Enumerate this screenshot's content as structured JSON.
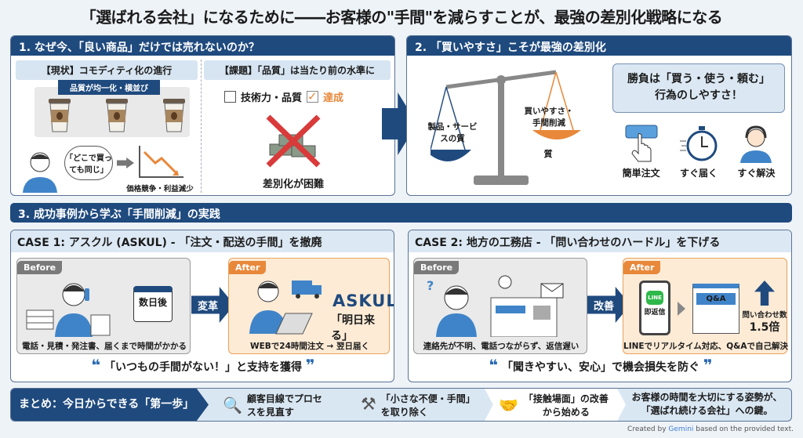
{
  "title": "「選ばれる会社」になるために――お客様の\"手間\"を減らすことが、最強の差別化戦略になる",
  "section1": {
    "header": "1. なぜ今、「良い商品」だけでは売れないのか？",
    "left": {
      "subtitle": "【現状】コモディティ化の進行",
      "ribbon": "品質が均一化・横並び",
      "bubble": "「どこで買っても同じ」",
      "chart_caption": "価格競争・利益減少"
    },
    "right": {
      "subtitle": "【課題】「品質」は当たり前の水準に",
      "checkbox_label": "技術力・品質",
      "checked_label": "達成",
      "caption": "差別化が困難"
    }
  },
  "section2": {
    "header": "2. 「買いやすさ」こそが最強の差別化",
    "left_pan": "製品・サービスの質",
    "right_pan": "買いやすさ・手間削減",
    "right_sub": "質",
    "callout_line1": "勝負は「買う・使う・頼む」",
    "callout_line2": "行為のしやすさ！",
    "icons": [
      {
        "icon": "tap-icon",
        "label": "簡単注文"
      },
      {
        "icon": "stopwatch-icon",
        "label": "すぐ届く"
      },
      {
        "icon": "support-agent-icon",
        "label": "すぐ解決"
      }
    ]
  },
  "section3": {
    "header": "3. 成功事例から学ぶ「手間削減」の実践",
    "case1": {
      "title": "CASE 1: アスクル (ASKUL) - 「注文・配送の手間」を撤廃",
      "before_tag": "Before",
      "calendar": "数日後",
      "before_caption": "電話・見積・発注書、届くまで時間がかかる",
      "arrow": "変革",
      "after_tag": "After",
      "brand": "ASKUL",
      "slogan": "「明日来る」",
      "after_caption": "WEBで24時間注文 → 翌日届く",
      "quote": "「いつもの手間がない！」と支持を獲得"
    },
    "case2": {
      "title": "CASE 2: 地方の工務店 - 「問い合わせのハードル」を下げる",
      "before_tag": "Before",
      "before_caption": "連絡先が不明、電話つながらず、返信遅い",
      "arrow": "改善",
      "after_tag": "After",
      "line_badge": "LINE",
      "phone_label": "即返信",
      "qa": "Q&A",
      "metric_label": "問い合わせ数",
      "metric_value": "1.5倍",
      "after_caption": "LINEでリアルタイム対応、Q&Aで自己解決",
      "quote": "「聞きやすい、安心」で機会損失を防ぐ"
    }
  },
  "summary": {
    "label": "まとめ：今日からできる「第一歩」",
    "steps": [
      "顧客目線でプロセスを見直す",
      "「小さな不便・手間」を取り除く",
      "「接触場面」の改善から始める"
    ],
    "conclusion_line1": "お客様の時間を大切にする姿勢が、",
    "conclusion_line2": "「選ばれ続ける会社」への鍵。"
  },
  "credit": {
    "prefix": "Created by ",
    "brand": "Gemini",
    "suffix": " based on the provided text."
  },
  "colors": {
    "navy": "#1f4a7e",
    "orange": "#e8883a",
    "red": "#d93a3a"
  }
}
